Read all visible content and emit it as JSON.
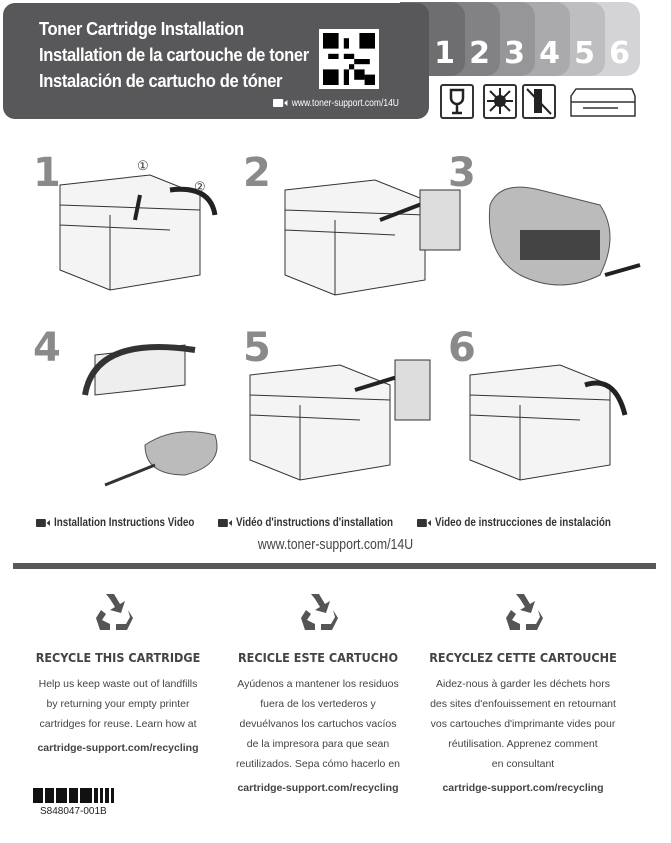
{
  "header": {
    "titles": [
      "Toner Cartridge Installation",
      "Installation de la cartouche de toner",
      "Instalación de cartucho de tóner"
    ],
    "video_url": "www.toner-support.com/14U",
    "step_tabs": [
      "1",
      "2",
      "3",
      "4",
      "5",
      "6"
    ],
    "tab_colors": [
      "#6e6e70",
      "#828284",
      "#969698",
      "#aaaaac",
      "#bebec0",
      "#d4d4d6"
    ],
    "precaution_icons": [
      "fragile-icon",
      "no-light-icon",
      "no-vertical-icon",
      "cartridge-icon"
    ]
  },
  "steps": [
    {
      "number": "1",
      "callouts": [
        "①",
        "②"
      ]
    },
    {
      "number": "2"
    },
    {
      "number": "3"
    },
    {
      "number": "4"
    },
    {
      "number": "5"
    },
    {
      "number": "6"
    }
  ],
  "video": {
    "labels": [
      "Installation Instructions Video",
      "Vidéo d'instructions d'installation",
      "Video de instrucciones de instalación"
    ],
    "url": "www.toner-support.com/14U"
  },
  "recycling": [
    {
      "heading": "RECYCLE THIS CARTRIDGE",
      "lines": [
        "Help us keep waste out of landfills",
        "by returning your empty printer",
        "cartridges for reuse. Learn how at"
      ],
      "link": "cartridge-support.com/recycling"
    },
    {
      "heading": "RECICLE ESTE CARTUCHO",
      "lines": [
        "Ayúdenos a mantener los residuos",
        "fuera de los vertederos y",
        "devuélvanos los cartuchos vacíos",
        "de la impresora para que sean",
        "reutilizados. Sepa cómo hacerlo en"
      ],
      "link": "cartridge-support.com/recycling"
    },
    {
      "heading": "RECYCLEZ CETTE CARTOUCHE",
      "lines": [
        "Aidez-nous à garder les déchets hors",
        "des sites d'enfouissement en retournant",
        "vos cartouches d'imprimante vides pour",
        "réutilisation. Apprenez comment",
        "en consultant"
      ],
      "link": "cartridge-support.com/recycling"
    }
  ],
  "part_number": "S848047-001B"
}
